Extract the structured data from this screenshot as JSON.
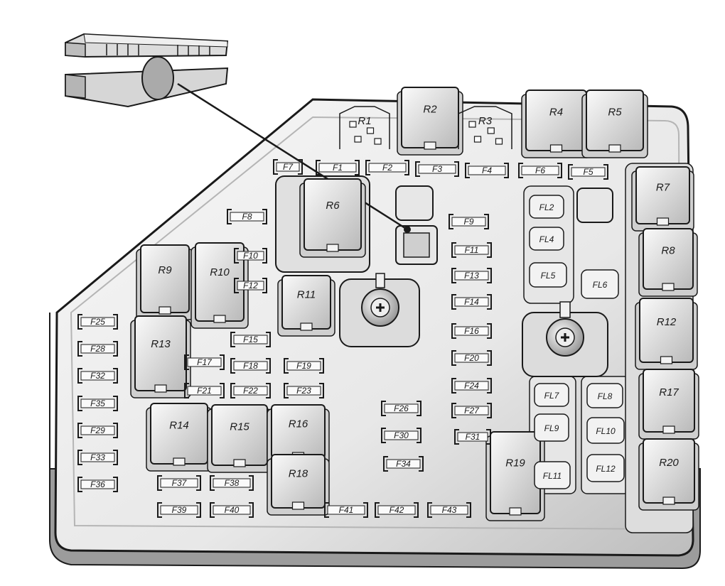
{
  "diagram": {
    "relays": [
      {
        "label": "R1"
      },
      {
        "label": "R2"
      },
      {
        "label": "R3"
      },
      {
        "label": "R4"
      },
      {
        "label": "R5"
      },
      {
        "label": "R6"
      },
      {
        "label": "R7"
      },
      {
        "label": "R8"
      },
      {
        "label": "R9"
      },
      {
        "label": "R10"
      },
      {
        "label": "R11"
      },
      {
        "label": "R12"
      },
      {
        "label": "R13"
      },
      {
        "label": "R14"
      },
      {
        "label": "R15"
      },
      {
        "label": "R16"
      },
      {
        "label": "R17"
      },
      {
        "label": "R18"
      },
      {
        "label": "R19"
      },
      {
        "label": "R20"
      }
    ],
    "fuses": [
      {
        "label": "F1"
      },
      {
        "label": "F2"
      },
      {
        "label": "F3"
      },
      {
        "label": "F4"
      },
      {
        "label": "F5"
      },
      {
        "label": "F6"
      },
      {
        "label": "F7"
      },
      {
        "label": "F8"
      },
      {
        "label": "F9"
      },
      {
        "label": "F10"
      },
      {
        "label": "F11"
      },
      {
        "label": "F12"
      },
      {
        "label": "F13"
      },
      {
        "label": "F14"
      },
      {
        "label": "F15"
      },
      {
        "label": "F16"
      },
      {
        "label": "F17"
      },
      {
        "label": "F18"
      },
      {
        "label": "F19"
      },
      {
        "label": "F20"
      },
      {
        "label": "F21"
      },
      {
        "label": "F22"
      },
      {
        "label": "F23"
      },
      {
        "label": "F24"
      },
      {
        "label": "F25"
      },
      {
        "label": "F26"
      },
      {
        "label": "F27"
      },
      {
        "label": "F28"
      },
      {
        "label": "F29"
      },
      {
        "label": "F30"
      },
      {
        "label": "F31"
      },
      {
        "label": "F32"
      },
      {
        "label": "F33"
      },
      {
        "label": "F34"
      },
      {
        "label": "F35"
      },
      {
        "label": "F36"
      },
      {
        "label": "F37"
      },
      {
        "label": "F38"
      },
      {
        "label": "F39"
      },
      {
        "label": "F40"
      },
      {
        "label": "F41"
      },
      {
        "label": "F42"
      },
      {
        "label": "F43"
      }
    ],
    "fusible_links": [
      {
        "label": "FL2"
      },
      {
        "label": "FL4"
      },
      {
        "label": "FL5"
      },
      {
        "label": "FL6"
      },
      {
        "label": "FL7"
      },
      {
        "label": "FL8"
      },
      {
        "label": "FL9"
      },
      {
        "label": "FL10"
      },
      {
        "label": "FL11"
      },
      {
        "label": "FL12"
      }
    ],
    "colors": {
      "body": "#e9e9e9",
      "body_shadow": "#cfcfcf",
      "relay": "#d9d9d9",
      "relay_top": "#f4f4f4",
      "outline": "#1a1a1a"
    }
  }
}
